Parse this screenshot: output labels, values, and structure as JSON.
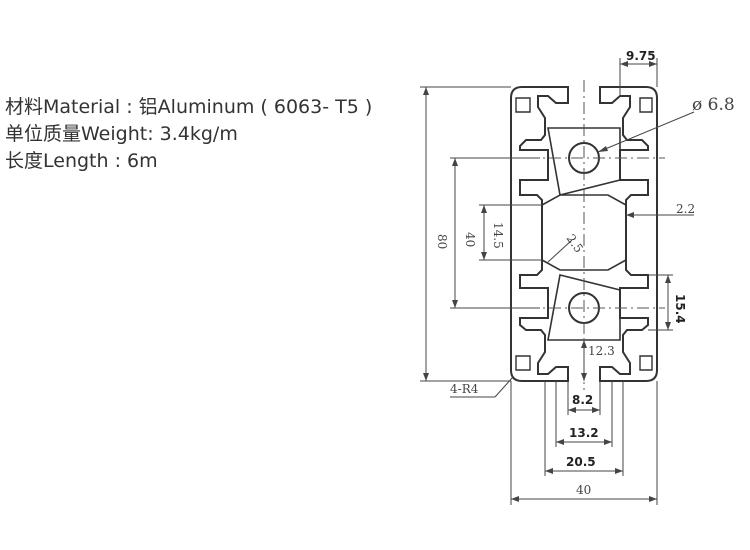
{
  "specs": {
    "material": "材料Material : 铝Aluminum ( 6063- T5 )",
    "weight": "单位质量Weight: 3.4kg/m",
    "length": "长度Length : 6m"
  },
  "dimensions": {
    "slot_top_width": "9.75",
    "hole_diameter": "ø 6.8",
    "height_total": "80",
    "height_center": "40",
    "inner_gap": "14.5",
    "wall_thickness": "2.2",
    "web_thickness": "2.5",
    "slot_offset": "15.4",
    "slot_depth": "12.3",
    "slot_opening": "8.2",
    "slot_neck": "13.2",
    "slot_inner": "20.5",
    "width_total": "40",
    "corner_radius": "4-R4"
  },
  "colors": {
    "line": "#333333",
    "text": "#444444"
  }
}
